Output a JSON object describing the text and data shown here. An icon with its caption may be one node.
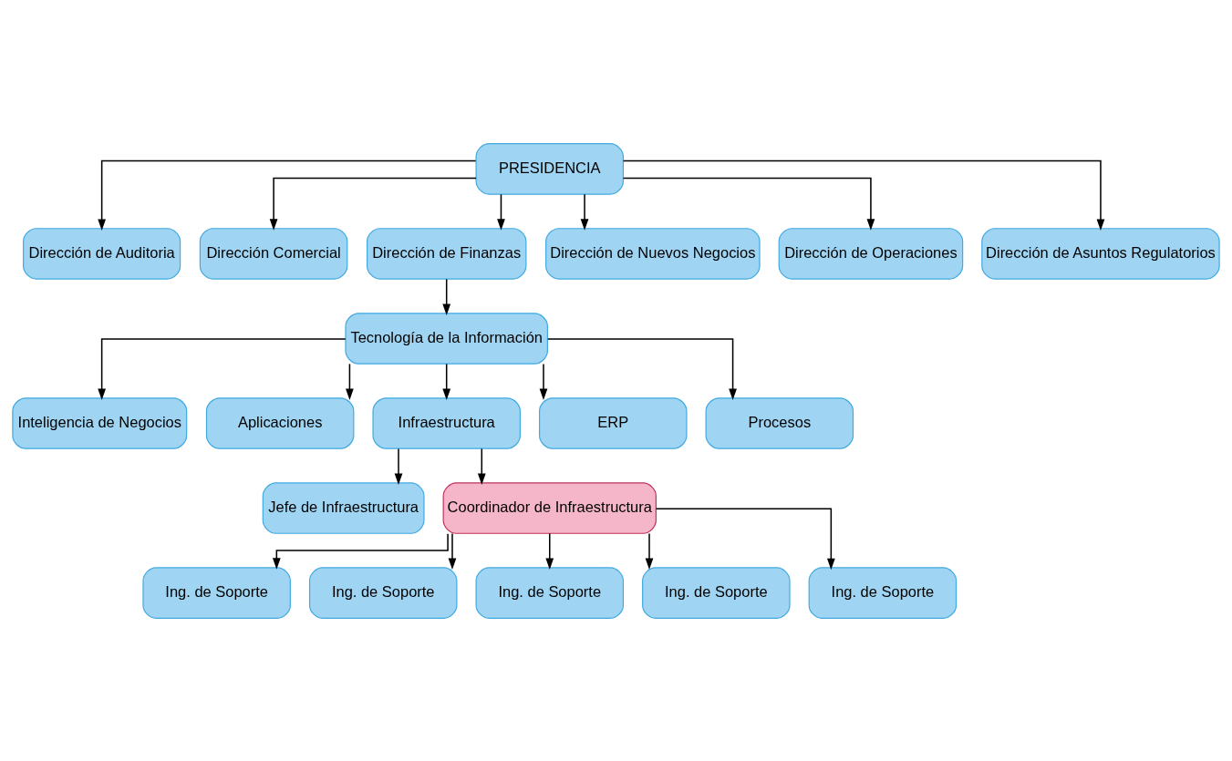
{
  "diagram": {
    "nodes": [
      {
        "text": [
          "PRESIDENCIA"
        ]
      },
      {
        "text": [
          "Dirección de Auditoria"
        ]
      },
      {
        "text": [
          "Dirección Comercial"
        ]
      },
      {
        "text": [
          "Dirección de Finanzas"
        ]
      },
      {
        "text": [
          "Dirección de Nuevos Negocios"
        ]
      },
      {
        "text": [
          "Dirección de Operaciones"
        ]
      },
      {
        "text": [
          "Dirección de Asuntos Regulatorios"
        ]
      },
      {
        "text": [
          "Tecnología de la Información"
        ]
      },
      {
        "text": [
          "Inteligencia de Negocios"
        ]
      },
      {
        "text": [
          "Aplicaciones"
        ]
      },
      {
        "text": [
          "Infraestructura"
        ]
      },
      {
        "text": [
          "ERP"
        ]
      },
      {
        "text": [
          "Procesos"
        ]
      },
      {
        "text": [
          "Jefe de Infraestructura"
        ]
      },
      {
        "text": [
          "Coordinador de Infraestructura"
        ]
      },
      {
        "text": [
          "Ing. de Soporte"
        ]
      },
      {
        "text": [
          "Ing. de Soporte"
        ]
      },
      {
        "text": [
          "Ing. de Soporte"
        ]
      },
      {
        "text": [
          "Ing. de Soporte"
        ]
      },
      {
        "text": [
          "Ing. de Soporte"
        ]
      }
    ],
    "edges": [
      {
        "from": 0,
        "to": 1,
        "arrow": "to"
      },
      {
        "from": 0,
        "to": 2,
        "arrow": "to"
      },
      {
        "from": 0,
        "to": 3,
        "arrow": "to"
      },
      {
        "from": 0,
        "to": 4,
        "arrow": "to"
      },
      {
        "from": 0,
        "to": 5,
        "arrow": "to"
      },
      {
        "from": 0,
        "to": 6,
        "arrow": "to"
      },
      {
        "from": 3,
        "to": 7,
        "arrow": "to"
      },
      {
        "from": 7,
        "to": 8,
        "arrow": "to"
      },
      {
        "from": 7,
        "to": 9,
        "arrow": "to"
      },
      {
        "from": 7,
        "to": 10,
        "arrow": "to"
      },
      {
        "from": 7,
        "to": 11,
        "arrow": "to"
      },
      {
        "from": 7,
        "to": 12,
        "arrow": "to"
      },
      {
        "from": 10,
        "to": 13,
        "arrow": "to"
      },
      {
        "from": 10,
        "to": 14,
        "arrow": "to"
      },
      {
        "from": 14,
        "to": 15,
        "arrow": "to"
      },
      {
        "from": 14,
        "to": 16,
        "arrow": "to"
      },
      {
        "from": 14,
        "to": 17,
        "arrow": "to"
      },
      {
        "from": 14,
        "to": 18,
        "arrow": "to"
      },
      {
        "from": 14,
        "to": 19,
        "arrow": "to"
      }
    ]
  }
}
